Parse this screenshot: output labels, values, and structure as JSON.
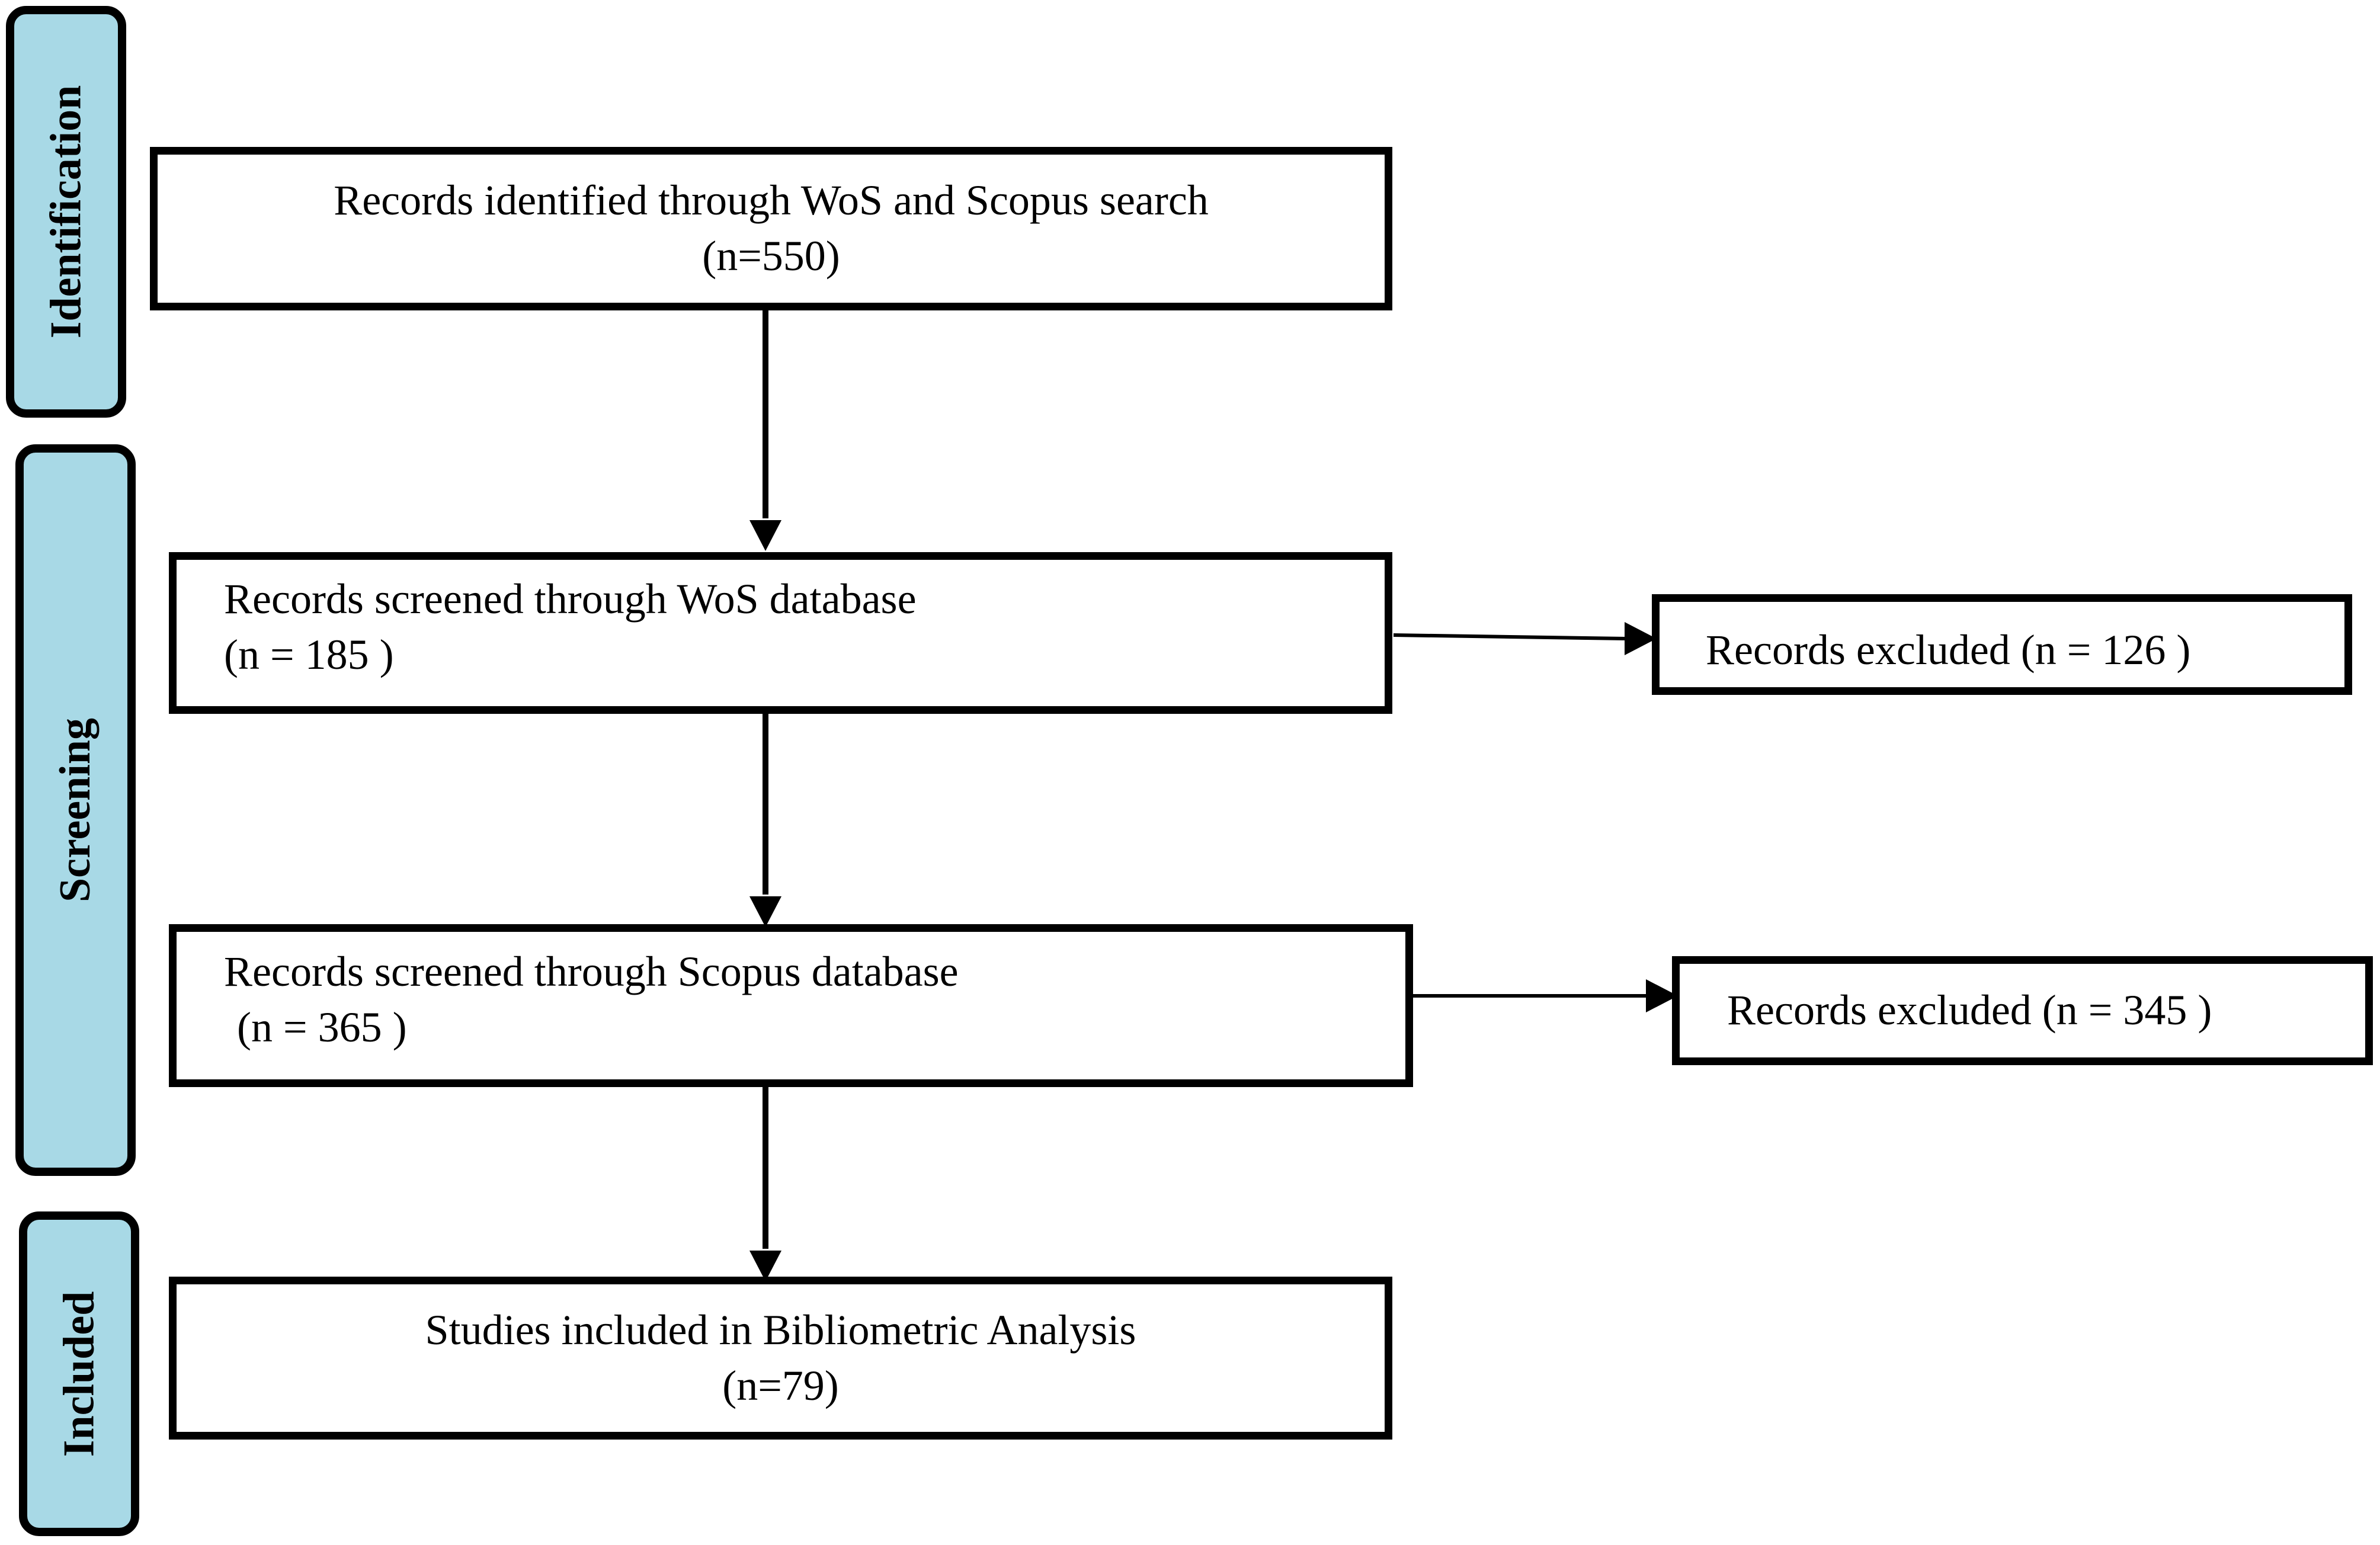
{
  "stages": {
    "identification": "Identification",
    "screening": "Screening",
    "included": "Included"
  },
  "boxes": {
    "identified": {
      "line1": "Records identified through WoS and Scopus search",
      "line2": "(n=550)"
    },
    "wos": {
      "line1": "Records screened through WoS database",
      "line2": "(n = 185 )"
    },
    "wos_excluded": {
      "line1": "Records excluded (n = 126 )"
    },
    "scopus": {
      "line1": "Records screened through Scopus database",
      "line2": "(n = 365 )"
    },
    "scopus_excluded": {
      "line1": "Records excluded (n = 345 )"
    },
    "included": {
      "line1": "Studies included in Bibliometric Analysis",
      "line2": "(n=79)"
    }
  },
  "colors": {
    "stage_fill": "#a8d9e6",
    "border": "#000000",
    "background": "#ffffff"
  }
}
